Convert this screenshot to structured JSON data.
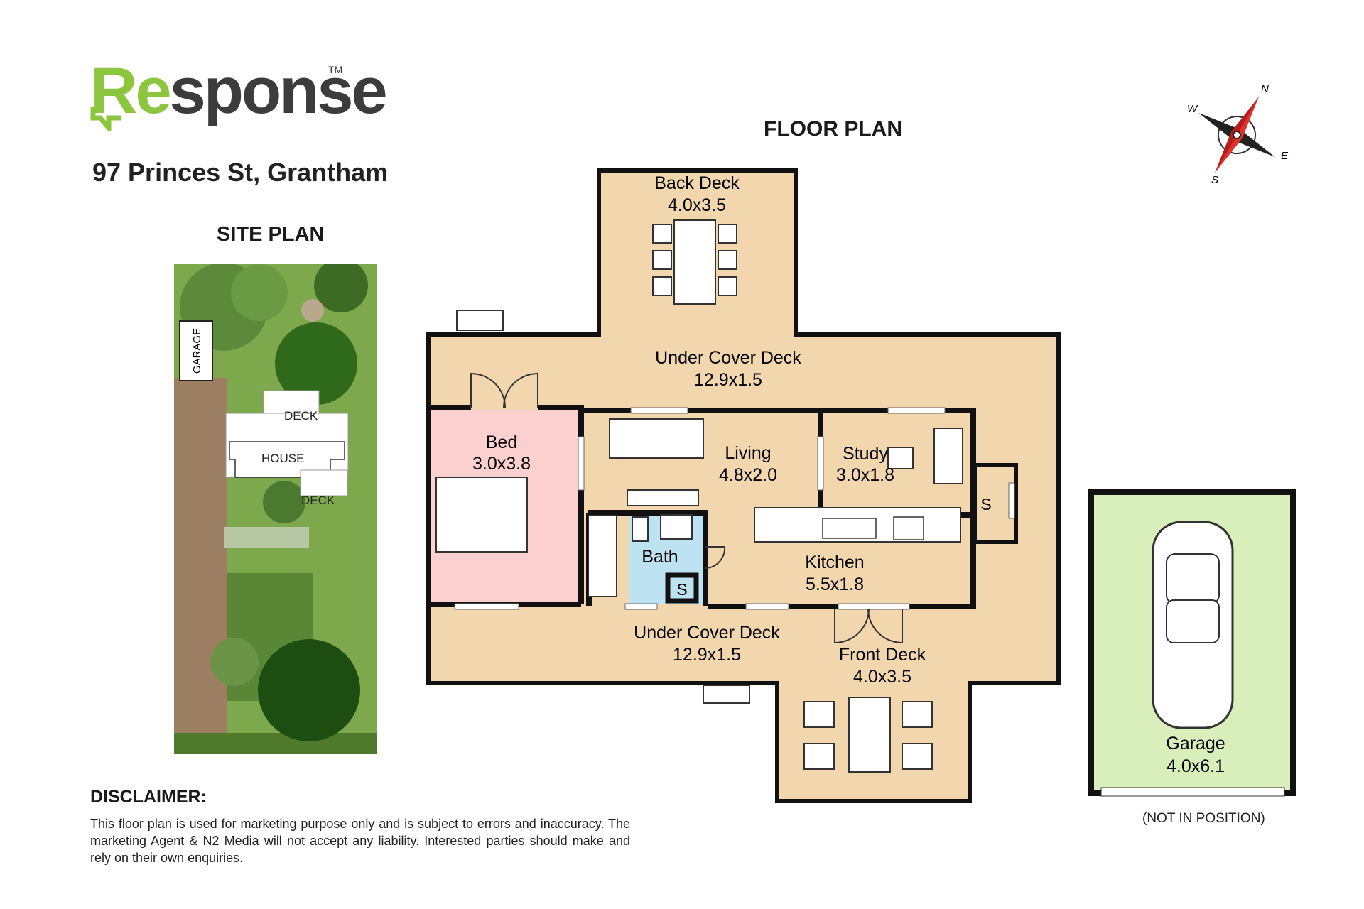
{
  "logo": {
    "part1": "Re",
    "part2": "sponse",
    "tm": "TM"
  },
  "address": "97 Princes St, Grantham",
  "site_plan": {
    "title": "SITE PLAN",
    "garage": "GARAGE",
    "deck_top": "DECK",
    "house": "HOUSE",
    "deck_bottom": "DECK"
  },
  "floor_plan": {
    "title": "FLOOR PLAN",
    "back_deck": {
      "name": "Back Deck",
      "size": "4.0x3.5"
    },
    "under_cover_deck_back": {
      "name": "Under Cover Deck",
      "size": "12.9x1.5"
    },
    "bed": {
      "name": "Bed",
      "size": "3.0x3.8"
    },
    "living": {
      "name": "Living",
      "size": "4.8x2.0"
    },
    "study": {
      "name": "Study",
      "size": "3.0x1.8"
    },
    "storage_side": "S",
    "bath": "Bath",
    "storage_bath": "S",
    "kitchen": {
      "name": "Kitchen",
      "size": "5.5x1.8"
    },
    "under_cover_deck_front": {
      "name": "Under Cover Deck",
      "size": "12.9x1.5"
    },
    "front_deck": {
      "name": "Front Deck",
      "size": "4.0x3.5"
    },
    "garage": {
      "name": "Garage",
      "size": "4.0x6.1"
    }
  },
  "compass": {
    "n": "N",
    "e": "E",
    "s": "S",
    "w": "W"
  },
  "disclaimer": {
    "title": "DISCLAIMER:",
    "text": "This floor plan is used for marketing purpose only and is subject to errors and inaccuracy. The marketing Agent & N2 Media will not accept any liability. Interested parties should make and rely on their own enquiries."
  },
  "garage_note": "(NOT IN POSITION)",
  "colors": {
    "brand_green": "#8cc63f",
    "deck": "#f2d7ae",
    "bed": "#fdd0d0",
    "bath": "#bde3f2",
    "garage": "#d8eebb"
  }
}
